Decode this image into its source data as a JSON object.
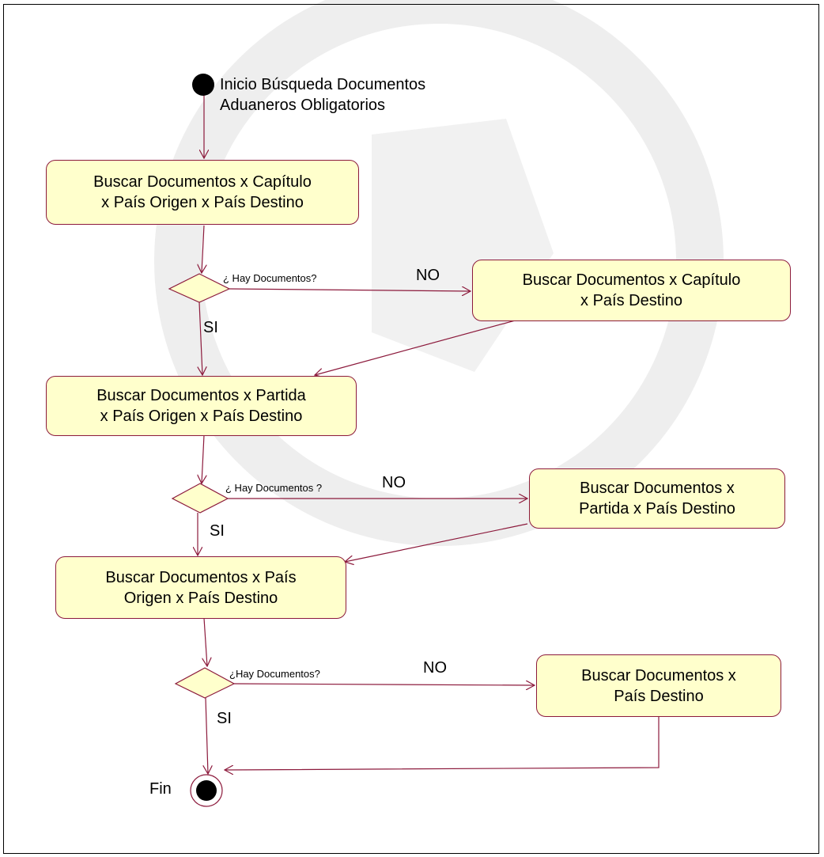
{
  "start": {
    "label": "Inicio Búsqueda Documentos\nAduaneros Obligatorios"
  },
  "activities": {
    "a1": "Buscar Documentos x Capítulo\nx País Origen x País Destino",
    "a2": "Buscar Documentos x Capítulo\nx País Destino",
    "a3": "Buscar Documentos x Partida\nx País Origen x País Destino",
    "a4": "Buscar Documentos x\nPartida x País Destino",
    "a5": "Buscar Documentos x País\nOrigen x País Destino",
    "a6": "Buscar Documentos  x\nPaís Destino"
  },
  "decisions": {
    "d1": "¿ Hay Documentos?",
    "d2": "¿ Hay Documentos ?",
    "d3": "¿Hay Documentos?"
  },
  "guards": {
    "yes": "SI",
    "no": "NO"
  },
  "end": {
    "label": "Fin"
  },
  "colors": {
    "border": "#8c1a3c",
    "fill": "#ffffcc",
    "line": "#8c1a3c"
  }
}
